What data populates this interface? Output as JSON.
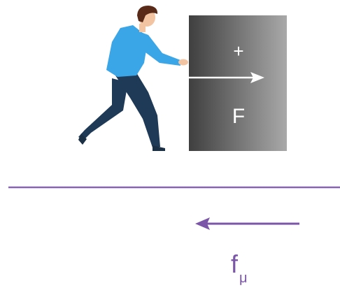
{
  "diagram": {
    "box": {
      "sign_label": "+",
      "force_label": "F"
    },
    "friction": {
      "symbol": "f",
      "subscript": "μ"
    },
    "colors": {
      "ground_line": "#8a63b6",
      "friction_arrow": "#7b56a8",
      "force_arrow": "#ffffff",
      "box_dark": "#3f3f3f",
      "box_light": "#a9a9a9",
      "shirt": "#3aa6e8",
      "pants": "#1e3a56",
      "skin": "#f3c4a1",
      "hair": "#5a2a18"
    },
    "icons": {
      "person": "person-pushing-icon",
      "box": "box-icon"
    }
  }
}
